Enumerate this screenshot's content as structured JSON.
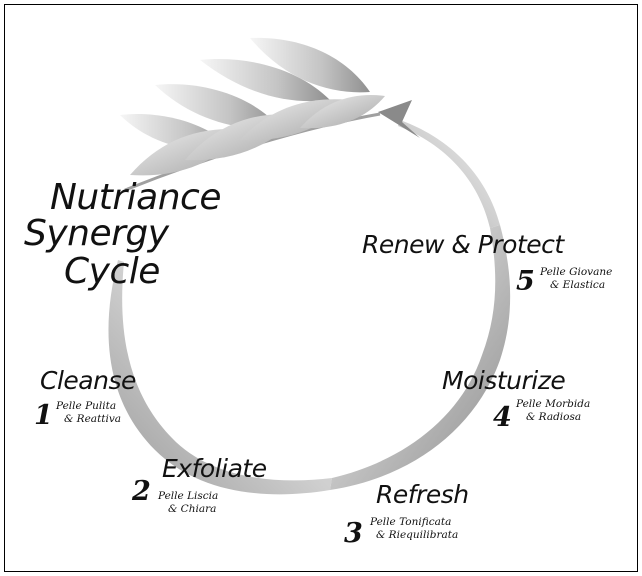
{
  "title": [
    "Nutriance",
    "Synergy",
    "Cycle"
  ],
  "stages": [
    {
      "number": "1",
      "name": "Cleanse",
      "line1": "Pelle Pulita",
      "line2": "& Reattiva"
    },
    {
      "number": "2",
      "name": "Exfoliate",
      "line1": "Pelle Liscia",
      "line2": "& Chiara"
    },
    {
      "number": "3",
      "name": "Refresh",
      "line1": "Pelle Tonificata",
      "line2": "& Riequilibrata"
    },
    {
      "number": "4",
      "name": "Moisturize",
      "line1": "Pelle Morbida",
      "line2": "& Radiosa"
    },
    {
      "number": "5",
      "name": "Renew & Protect",
      "line1": "Pelle Giovane",
      "line2": "& Elastica"
    }
  ],
  "colors": {
    "ring_light": "#f2f2f2",
    "ring_dark": "#8a8a8a",
    "leaf_light": "#f4f4f4",
    "leaf_dark": "#9a9a9a"
  }
}
